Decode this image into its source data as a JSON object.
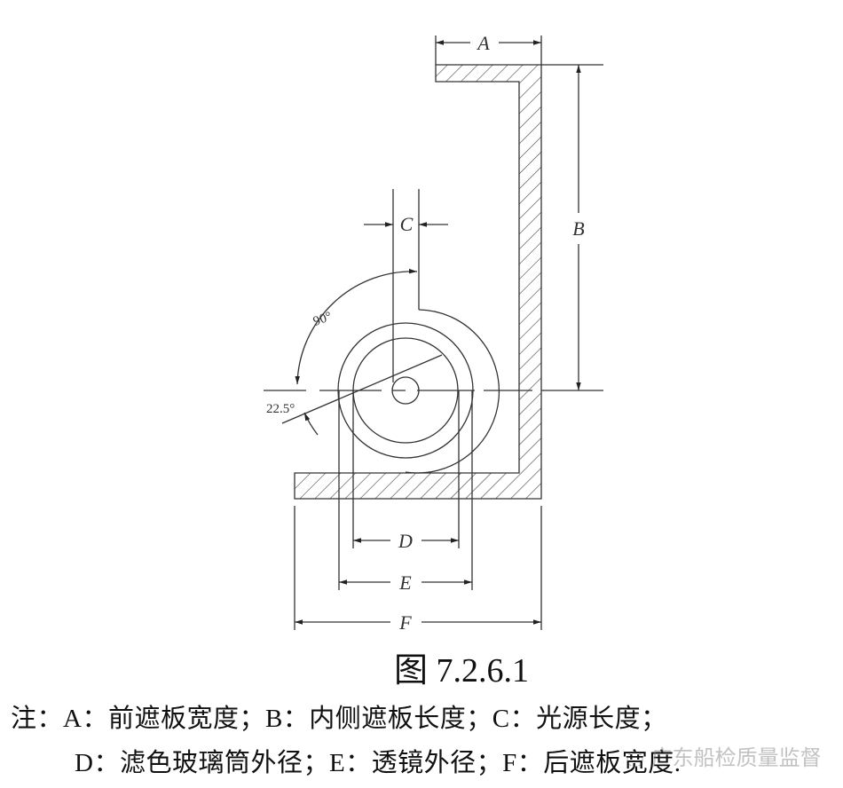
{
  "figure": {
    "labels": {
      "A": "A",
      "B": "B",
      "C": "C",
      "D": "D",
      "E": "E",
      "F": "F"
    },
    "angle_90": "90°",
    "angle_22_5": "22.5°",
    "caption": "图 7.2.6.1"
  },
  "notes": {
    "line1": "注：A：前遮板宽度；B：内侧遮板长度；C：光源长度；",
    "line2": "D：滤色玻璃筒外径；E：透镜外径；F：后遮板宽度."
  },
  "watermark": "广东船检质量监督"
}
